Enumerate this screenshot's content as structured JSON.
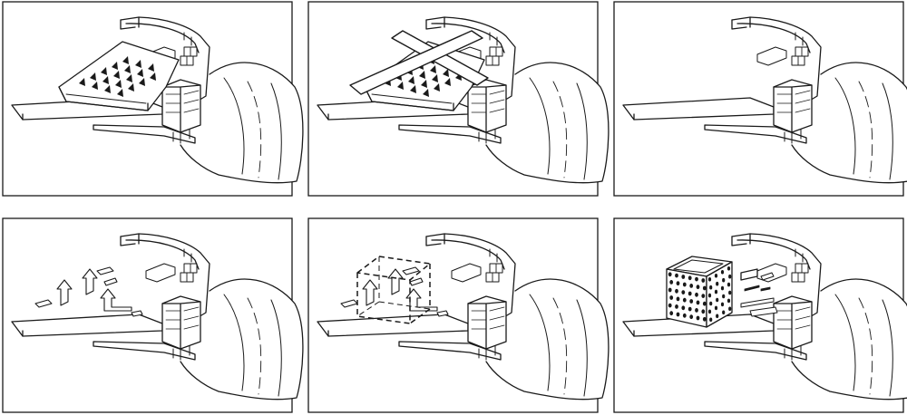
{
  "diagram": {
    "kind": "architectural-axonometric-sequence",
    "ink_color": "#1a1a1a",
    "paper_color": "#ffffff",
    "panels": [
      {
        "id": "existing-building",
        "shows": [
          "hall-with-skylights",
          "curved-bar-building",
          "tower-block",
          "terrain-slope",
          "road"
        ]
      },
      {
        "id": "demolition-cross",
        "shows": [
          "hall-with-skylights",
          "cross-mark",
          "curved-bar-building",
          "tower-block",
          "terrain-slope",
          "road"
        ]
      },
      {
        "id": "cleared-site",
        "shows": [
          "curved-bar-building",
          "tower-block",
          "terrain-slope",
          "road"
        ]
      },
      {
        "id": "flow-arrows",
        "shows": [
          "curved-bar-building",
          "tower-block",
          "terrain-slope",
          "road",
          "arrows"
        ]
      },
      {
        "id": "proposed-volume",
        "shows": [
          "curved-bar-building",
          "tower-block",
          "terrain-slope",
          "road",
          "arrows",
          "dashed-cube"
        ]
      },
      {
        "id": "final-design",
        "shows": [
          "curved-bar-building",
          "tower-block",
          "terrain-slope",
          "road",
          "perforated-cube",
          "courtyard-elements"
        ]
      }
    ]
  }
}
